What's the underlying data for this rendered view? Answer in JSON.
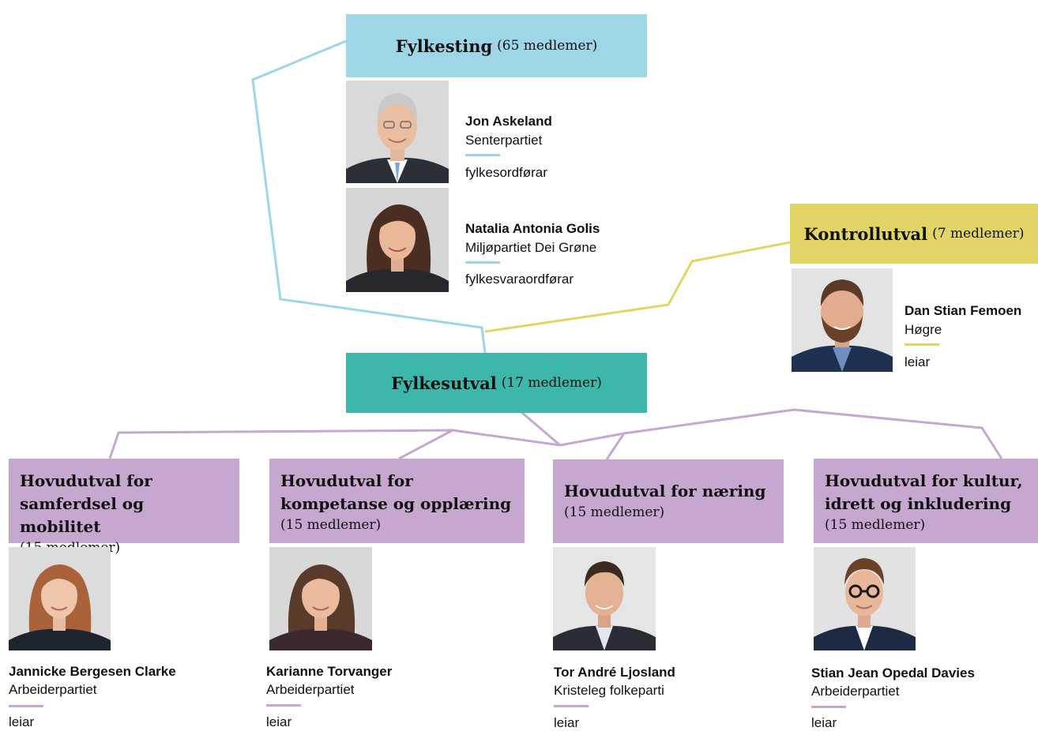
{
  "colors": {
    "fylkesting": "#9fd6e7",
    "kontrollutval": "#e3d466",
    "fylkesutval": "#3db7a9",
    "hovudutval": "#c6a7d0"
  },
  "fylkesting": {
    "title": "Fylkesting",
    "count": "(65 medlemer)",
    "people": [
      {
        "name": "Jon Askeland",
        "party": "Senterpartiet",
        "role": "fylkesordførar"
      },
      {
        "name": "Natalia Antonia Golis",
        "party": "Miljøpartiet Dei Grøne",
        "role": "fylkesvaraordførar"
      }
    ]
  },
  "kontrollutval": {
    "title": "Kontrollutval",
    "count": "(7 medlemer)",
    "person": {
      "name": "Dan Stian Femoen",
      "party": "Høgre",
      "role": "leiar"
    }
  },
  "fylkesutval": {
    "title": "Fylkesutval",
    "count": "(17 medlemer)"
  },
  "hovudutval": [
    {
      "title": "Hovudutval for samferdsel og mobilitet",
      "count": "(15 medlemer)",
      "person": {
        "name": "Jannicke Bergesen Clarke",
        "party": "Arbeiderpartiet",
        "role": "leiar"
      }
    },
    {
      "title": "Hovudutval for kompetanse og opplæring",
      "count": "(15 medlemer)",
      "person": {
        "name": "Karianne Torvanger",
        "party": "Arbeiderpartiet",
        "role": "leiar"
      }
    },
    {
      "title": "Hovudutval for næring",
      "count": "(15 medlemer)",
      "person": {
        "name": "Tor André Ljosland",
        "party": "Kristeleg folkeparti",
        "role": "leiar"
      }
    },
    {
      "title": "Hovudutval for kultur, idrett og inkludering",
      "count": "(15 medlemer)",
      "person": {
        "name": "Stian Jean Opedal Davies",
        "party": "Arbeiderpartiet",
        "role": "leiar"
      }
    }
  ]
}
